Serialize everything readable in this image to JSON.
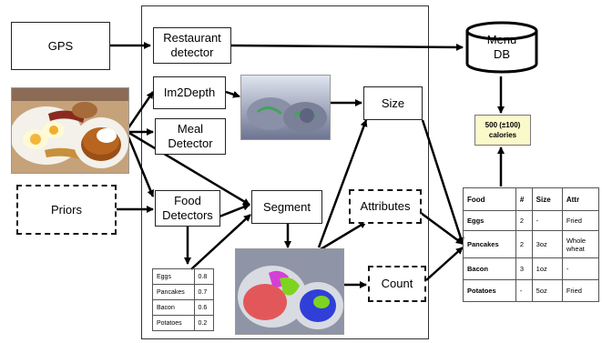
{
  "nodes": {
    "gps": "GPS",
    "restaurant_detector": "Restaurant\ndetector",
    "menu_db": "Menu\nDB",
    "im2depth": "Im2Depth",
    "size": "Size",
    "meal_detector": "Meal\nDetector",
    "priors": "Priors",
    "food_detectors": "Food\nDetectors",
    "segment": "Segment",
    "attributes": "Attributes",
    "count": "Count"
  },
  "calories": {
    "line1": "500 (±100)",
    "line2": "calories"
  },
  "priors_table": [
    {
      "food": "Eggs",
      "score": "0.8"
    },
    {
      "food": "Pancakes",
      "score": "0.7"
    },
    {
      "food": "Bacon",
      "score": "0.6"
    },
    {
      "food": "Potatoes",
      "score": "0.2"
    }
  ],
  "result_table": {
    "headers": {
      "food": "Food",
      "count": "#",
      "size": "Size",
      "attr": "Attr"
    },
    "rows": [
      {
        "food": "Eggs",
        "count": "2",
        "size": "-",
        "attr": "Fried"
      },
      {
        "food": "Pancakes",
        "count": "2",
        "size": "3oz",
        "attr": "Whole\nwheat"
      },
      {
        "food": "Bacon",
        "count": "3",
        "size": "1oz",
        "attr": "-"
      },
      {
        "food": "Potatoes",
        "count": "-",
        "size": "5oz",
        "attr": "Fried"
      }
    ]
  },
  "colors": {
    "calories_bg": "#fbf8c9",
    "segment_green": "#7ed321",
    "segment_magenta": "#d63fd6",
    "segment_blue": "#2f3fd8",
    "segment_red": "#e2585a"
  },
  "images": [
    "meal-photo",
    "depth-map-image",
    "segmentation-image"
  ]
}
